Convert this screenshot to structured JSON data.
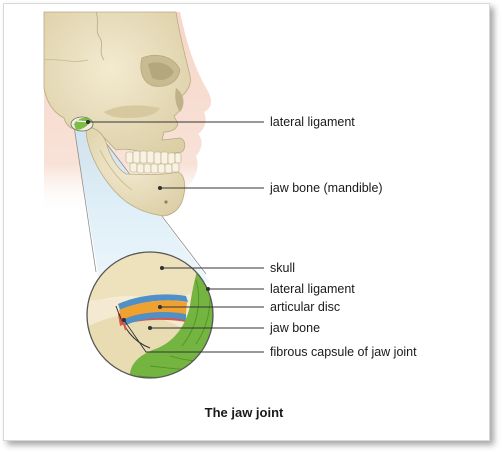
{
  "title": "The jaw joint",
  "labels": {
    "head_lateral_ligament": "lateral ligament",
    "jaw_bone_mandible": "jaw bone (mandible)",
    "skull": "skull",
    "inset_lateral_ligament": "lateral ligament",
    "articular_disc": "articular disc",
    "jaw_bone": "jaw bone",
    "fibrous_capsule": "fibrous capsule of jaw joint"
  },
  "colors": {
    "bone": "#ece0bc",
    "bone_shadow": "#cbbf98",
    "skin": "#f6d8cc",
    "ligament_green": "#74b441",
    "disc_orange": "#f0a230",
    "cartilage_blue": "#4f90c8",
    "capsule_red": "#d8554a",
    "leader_line": "#333333"
  }
}
